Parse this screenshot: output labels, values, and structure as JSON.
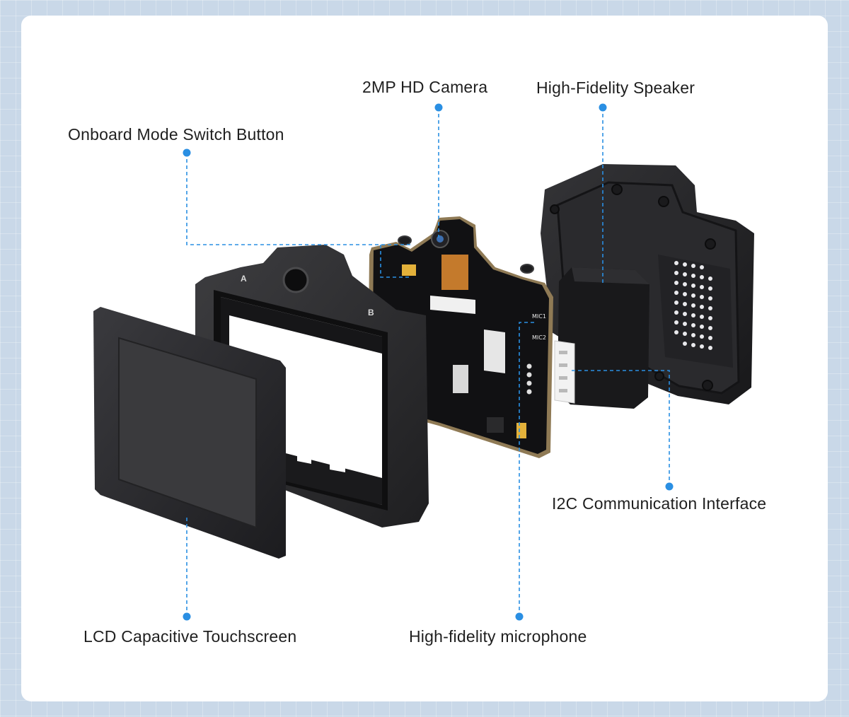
{
  "callouts": {
    "camera": "2MP HD Camera",
    "speaker": "High-Fidelity Speaker",
    "mode_button": "Onboard Mode Switch Button",
    "i2c": "I2C Communication Interface",
    "touchscreen": "LCD Capacitive Touchscreen",
    "microphone": "High-fidelity microphone"
  },
  "silkscreen": {
    "button_a": "A",
    "button_b": "B",
    "mic1": "MIC1",
    "mic2": "MIC2"
  },
  "colors": {
    "callout_line": "#2a8fe3",
    "background": "#c9d8e8",
    "panel": "#ffffff"
  }
}
